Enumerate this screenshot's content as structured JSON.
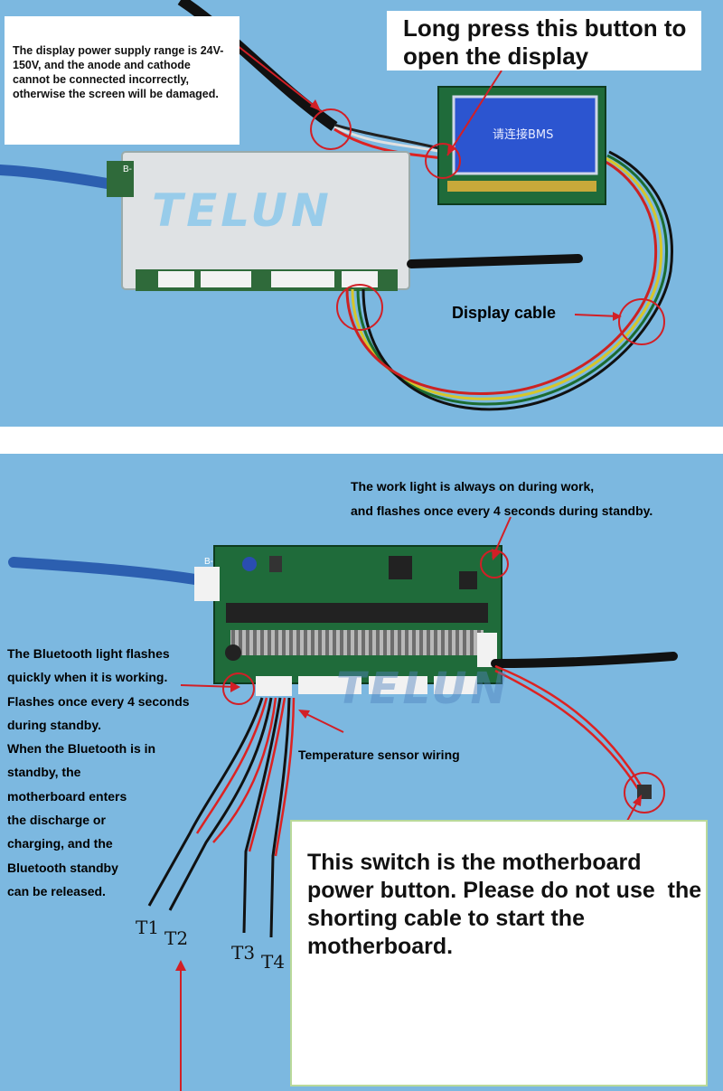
{
  "top_panel": {
    "power_note": "The display power supply range is 24V-150V, and the anode and cathode cannot be connected incorrectly, otherwise the screen will be damaged.",
    "long_press_note": "Long press this button to open the display",
    "display_cable_label": "Display cable",
    "lcd_screen_text": "请连接BMS",
    "watermark": "TELUN",
    "board_marking": "B-"
  },
  "bottom_panel": {
    "work_light_note_line1": "The work light is always on during work,",
    "work_light_note_line2": "and flashes once every 4 seconds during standby.",
    "bluetooth_note_lines": [
      "The Bluetooth light flashes",
      "quickly when it is working.",
      "Flashes once every 4 seconds",
      "during standby.",
      "When the Bluetooth is in",
      "standby, the",
      "motherboard enters",
      "the discharge or",
      "charging, and the",
      "Bluetooth standby",
      "can be released."
    ],
    "temp_sensor_label": "Temperature sensor wiring",
    "switch_note": "This switch is the motherboard power button. Please do not use  the shorting cable to start the motherboard.",
    "sensor_labels": [
      "T1",
      "T2",
      "T3",
      "T4"
    ],
    "watermark": "TELUN",
    "board_marking": "B-"
  },
  "colors": {
    "background": "#7cb8e0",
    "callout_red": "#d21f26",
    "pcb_green": "#1f6b3a"
  }
}
